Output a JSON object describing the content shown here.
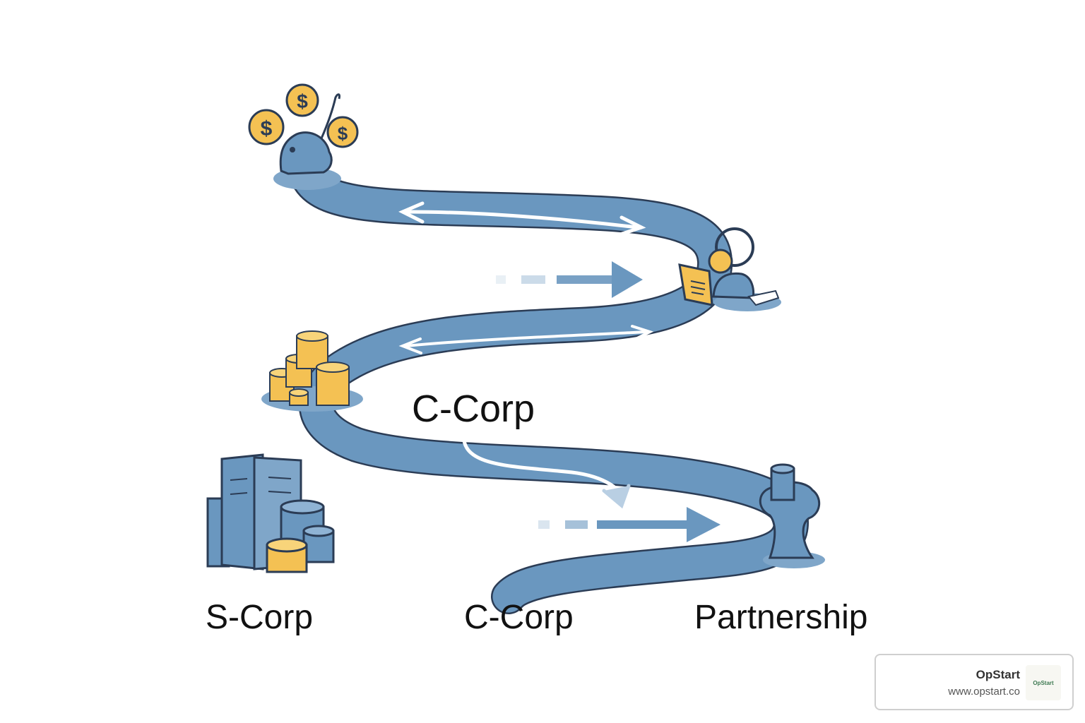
{
  "labels": {
    "middle": "C-Corp",
    "s_corp": "S-Corp",
    "c_corp": "C-Corp",
    "partnership": "Partnership"
  },
  "brand": {
    "name": "OpStart",
    "url": "www.opstart.co",
    "logo_text": "OpStart"
  },
  "icons": [
    "piggy-bank-with-coins-icon",
    "person-reading-document-icon",
    "coin-stacks-icon",
    "office-buildings-with-coins-icon",
    "tree-with-cylinder-icon"
  ],
  "colors": {
    "path": "#6a97bf",
    "path_edge": "#2b3c55",
    "coin": "#f4c153",
    "coin_edge": "#7a5a1a",
    "shadow": "#7fa6c9"
  }
}
